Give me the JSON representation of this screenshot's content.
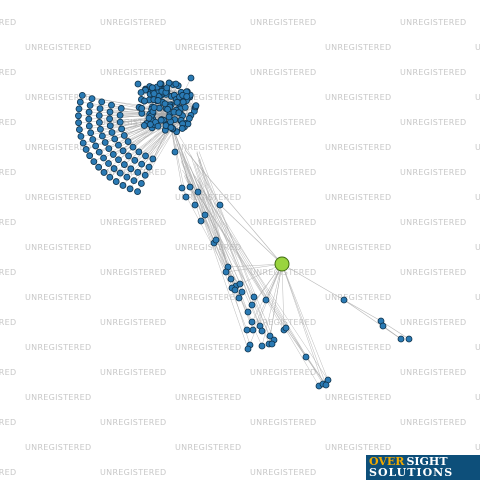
{
  "watermark": {
    "text": "UNREGISTERED"
  },
  "logo": {
    "line1_a": "OVER",
    "line1_b": "SIGHT",
    "line2": "SOLUTIONS"
  },
  "graph": {
    "edge_color": "#a8a8a8",
    "node_color": "#2a7ab4",
    "node_stroke": "#10324a",
    "focus_node_color": "#9ad43f",
    "focus_node_stroke": "#3f6b12"
  }
}
